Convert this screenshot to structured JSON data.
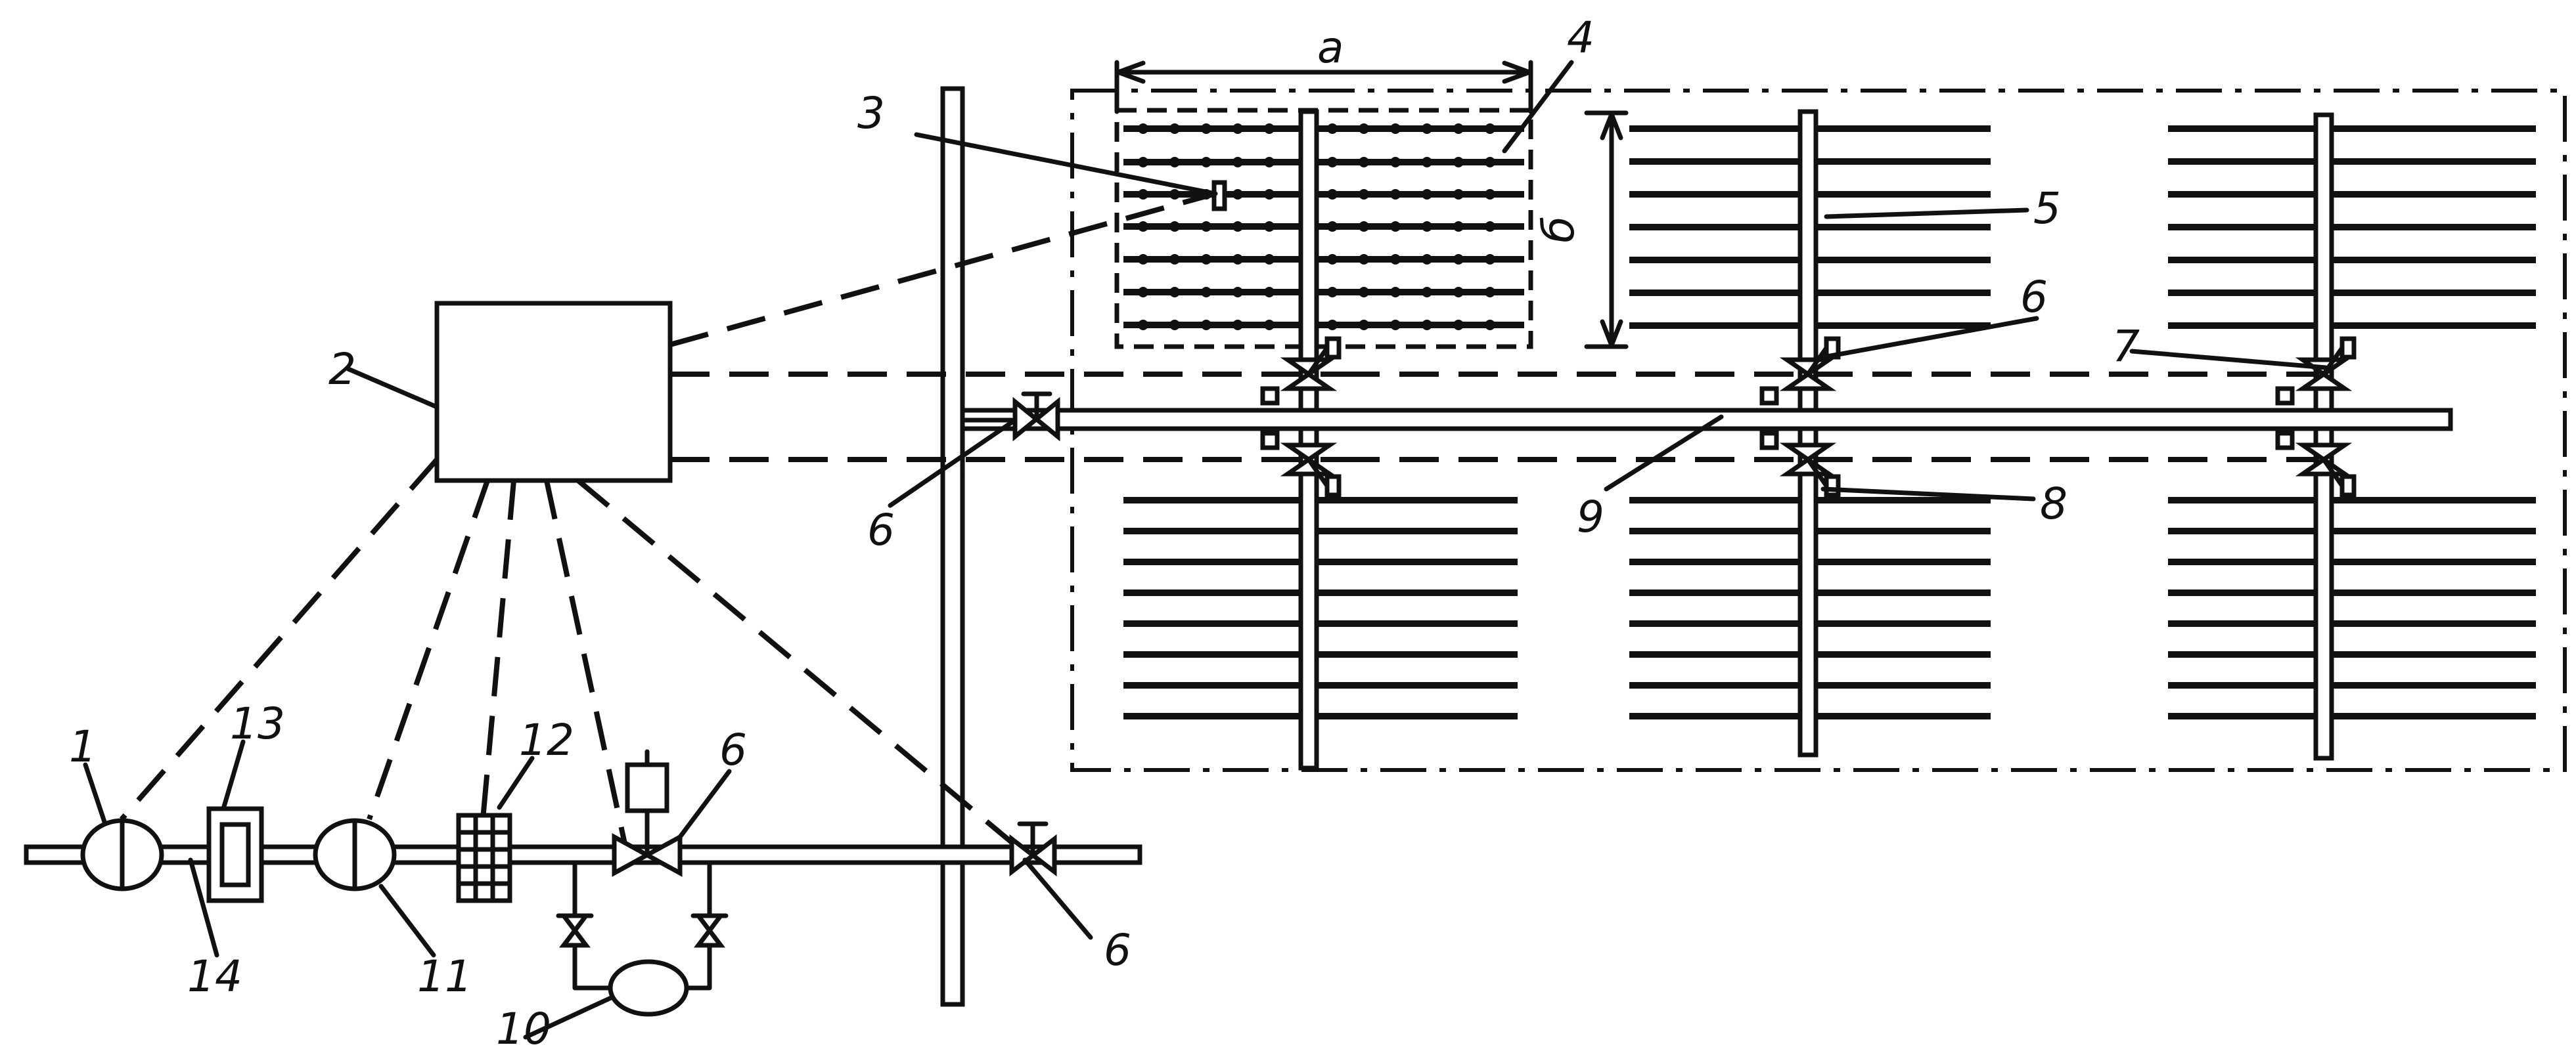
{
  "labels": {
    "dim_a": "a",
    "dim_b": "б",
    "l1": "1",
    "l2": "2",
    "l3": "3",
    "l4": "4",
    "l5": "5",
    "l6_top": "6",
    "l6_mid": "6",
    "l6_left": "6",
    "l6_bottom": "6",
    "l7": "7",
    "l8": "8",
    "l9": "9",
    "l10": "10",
    "l11": "11",
    "l12": "12",
    "l13": "13",
    "l14": "14"
  }
}
